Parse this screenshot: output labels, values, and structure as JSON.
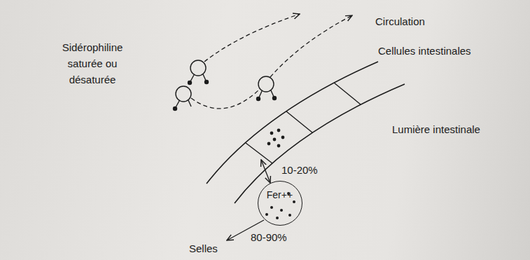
{
  "diagram": {
    "nodes": [
      {
        "text": [
          "Fer++"
        ]
      }
    ],
    "edges": [],
    "labels": [
      "Circulation",
      "Cellules intestinales",
      "Lumière intestinale",
      "Sidérophiline saturée ou désaturée",
      "10-20%",
      "80-90%",
      "Selles"
    ]
  }
}
